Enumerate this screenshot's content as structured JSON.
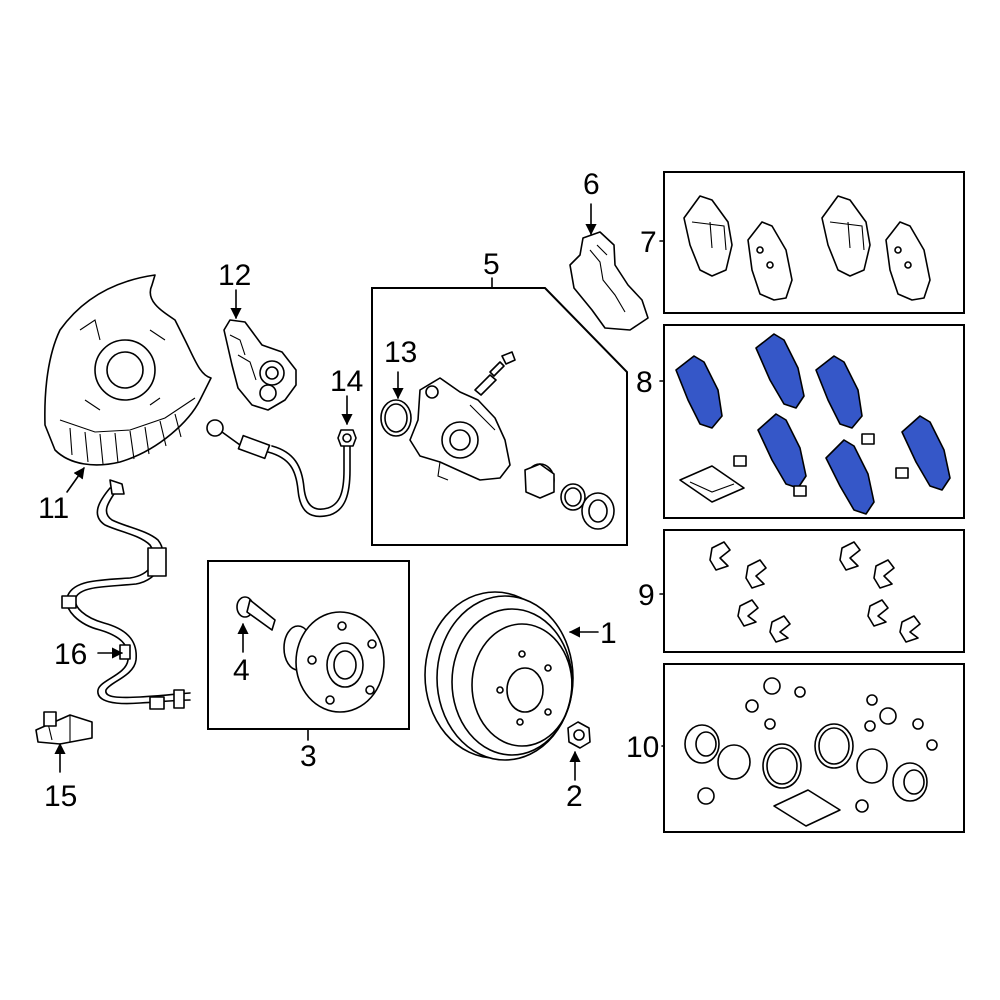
{
  "callouts": {
    "c1": "1",
    "c2": "2",
    "c3": "3",
    "c4": "4",
    "c5": "5",
    "c6": "6",
    "c7": "7",
    "c8": "8",
    "c9": "9",
    "c10": "10",
    "c11": "11",
    "c12": "12",
    "c13": "13",
    "c14": "14",
    "c15": "15",
    "c16": "16"
  },
  "colors": {
    "line": "#000000",
    "background": "#ffffff",
    "highlight": "#3557c8"
  },
  "icons": [
    "brake-rotor-icon",
    "lug-nut-icon",
    "wheel-hub-icon",
    "wheel-bolt-icon",
    "brake-caliper-icon",
    "caliper-support-icon",
    "brake-pad-icon",
    "wear-indicator-icon",
    "hardware-clip-icon",
    "seal-kit-icon",
    "splash-shield-icon",
    "caliper-bracket-icon",
    "piston-seal-icon",
    "brake-hose-icon",
    "abs-sensor-icon",
    "sensor-wire-icon"
  ]
}
